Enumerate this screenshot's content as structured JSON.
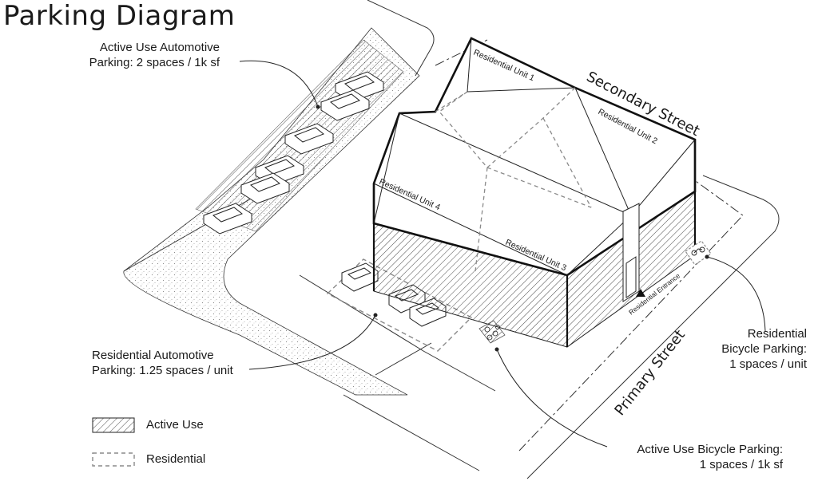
{
  "title": "Parking Diagram",
  "callouts": {
    "active_auto": [
      "Active Use Automotive",
      "Parking: 2 spaces / 1k sf"
    ],
    "residential_auto": [
      "Residential Automotive",
      "Parking: 1.25 spaces / unit"
    ],
    "residential_bike": [
      "Residential",
      "Bicycle Parking:",
      "1 spaces / unit"
    ],
    "active_bike": [
      "Active Use Bicycle Parking:",
      "1 spaces / 1k sf"
    ]
  },
  "units": [
    "Residential Unit 1",
    "Residential Unit 2",
    "Residential Unit 3",
    "Residential Unit 4"
  ],
  "streets": {
    "secondary": "Secondary Street",
    "primary": "Primary Street"
  },
  "entrance": "Residential Entrance",
  "legend": {
    "active": "Active Use",
    "residential": "Residential"
  },
  "colors": {
    "line": "#1a1a1a",
    "dashed": "#8a8a8a",
    "stipple": "#9a9a9a"
  }
}
